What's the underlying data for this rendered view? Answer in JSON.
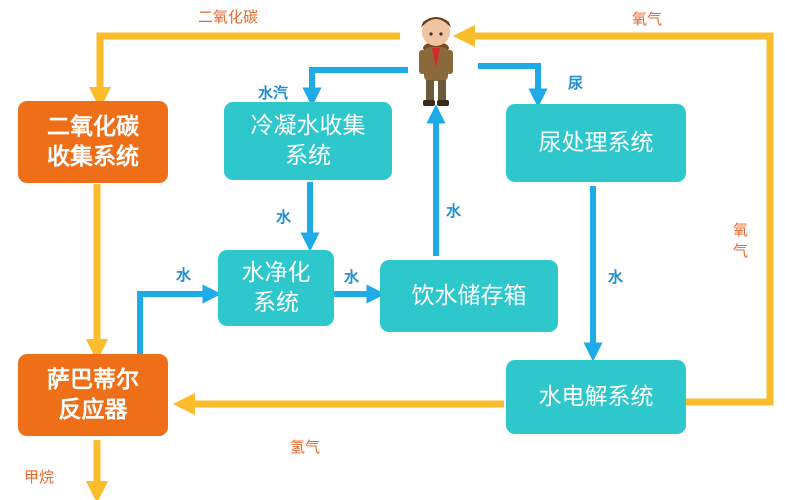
{
  "nodes": {
    "co2_collect": "二氧化碳\n收集系统",
    "sabatier": "萨巴蒂尔\n反应器",
    "condensate": "冷凝水收集\n系统",
    "water_purify": "水净化\n系统",
    "water_tank": "饮水储存箱",
    "urine_proc": "尿处理系统",
    "electrolysis": "水电解系统"
  },
  "edge_labels": {
    "co2_top": "二氧化碳",
    "oxygen_top": "氧气",
    "oxygen_right": "氧气",
    "hydrogen": "氢气",
    "methane": "甲烷",
    "vapor": "水汽",
    "urine": "尿",
    "water_down": "水",
    "water_to_purify": "水",
    "water_to_tank": "水",
    "water_up": "水",
    "water_to_electrolysis": "水"
  },
  "colors": {
    "orange_box": "#ee6f18",
    "cyan_box": "#2ec7cc",
    "blue_arrow": "#1faae8",
    "yellow_arrow": "#fbbd2c",
    "blue_text": "#1f8fd3",
    "orange_text": "#e8672a"
  },
  "icons": {
    "person": "astronaut-kid-icon"
  }
}
